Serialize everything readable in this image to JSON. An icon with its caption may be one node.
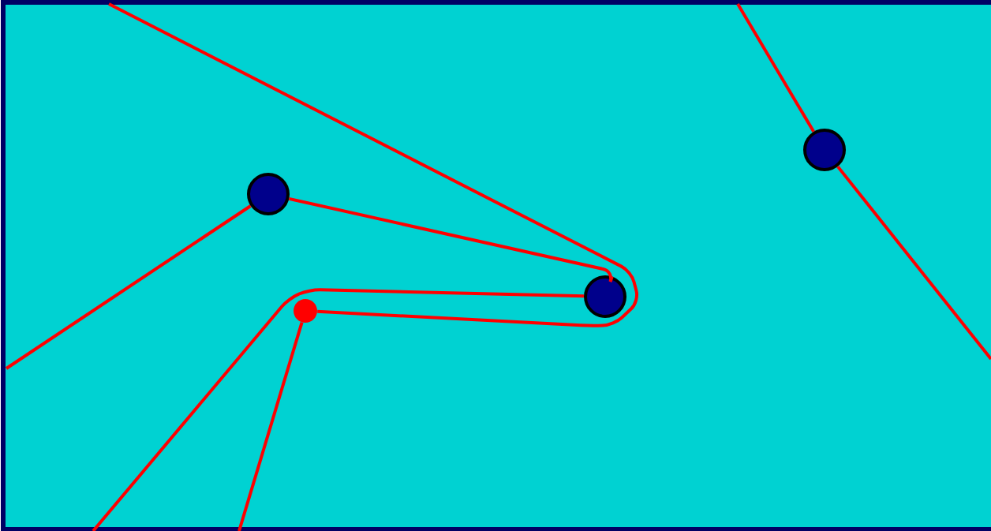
{
  "diagram": {
    "nodes": [
      {
        "text": [],
        "shape": "circle"
      },
      {
        "text": [],
        "shape": "circle"
      },
      {
        "text": [],
        "shape": "circle"
      },
      {
        "text": [],
        "shape": "circle"
      }
    ],
    "edges": [
      {
        "from": null,
        "to": 3,
        "arrow": "none"
      },
      {
        "from": 1,
        "to": 2,
        "arrow": "none"
      },
      {
        "from": 1,
        "to": null,
        "arrow": "none"
      },
      {
        "from": null,
        "to": 2,
        "arrow": "none"
      },
      {
        "from": null,
        "to": 3,
        "arrow": "none"
      },
      {
        "from": null,
        "to": 0,
        "arrow": "none"
      },
      {
        "from": 0,
        "to": null,
        "arrow": "none"
      }
    ]
  }
}
